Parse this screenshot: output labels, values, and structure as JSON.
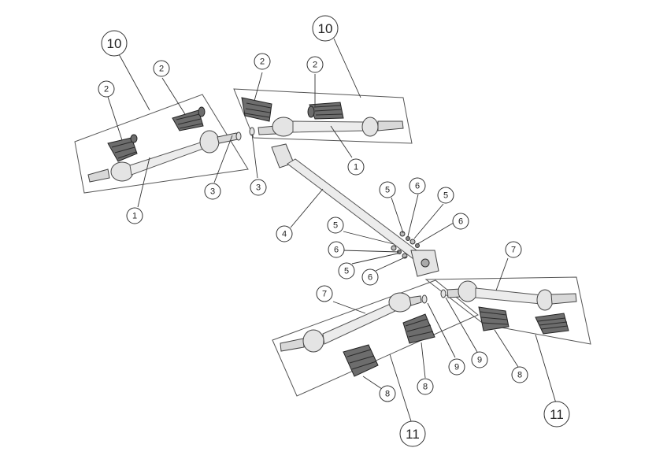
{
  "diagram": {
    "callouts": [
      {
        "id": "c10a",
        "label": "10"
      },
      {
        "id": "c10b",
        "label": "10"
      },
      {
        "id": "c2a",
        "label": "2"
      },
      {
        "id": "c2b",
        "label": "2"
      },
      {
        "id": "c2c",
        "label": "2"
      },
      {
        "id": "c2d",
        "label": "2"
      },
      {
        "id": "c1a",
        "label": "1"
      },
      {
        "id": "c1b",
        "label": "1"
      },
      {
        "id": "c3a",
        "label": "3"
      },
      {
        "id": "c3b",
        "label": "3"
      },
      {
        "id": "c4",
        "label": "4"
      },
      {
        "id": "c5a",
        "label": "5"
      },
      {
        "id": "c5b",
        "label": "5"
      },
      {
        "id": "c5c",
        "label": "5"
      },
      {
        "id": "c5d",
        "label": "5"
      },
      {
        "id": "c6a",
        "label": "6"
      },
      {
        "id": "c6b",
        "label": "6"
      },
      {
        "id": "c6c",
        "label": "6"
      },
      {
        "id": "c6d",
        "label": "6"
      },
      {
        "id": "c7a",
        "label": "7"
      },
      {
        "id": "c7b",
        "label": "7"
      },
      {
        "id": "c8a",
        "label": "8"
      },
      {
        "id": "c8b",
        "label": "8"
      },
      {
        "id": "c8c",
        "label": "8"
      },
      {
        "id": "c9a",
        "label": "9"
      },
      {
        "id": "c9b",
        "label": "9"
      },
      {
        "id": "c11a",
        "label": "11"
      },
      {
        "id": "c11b",
        "label": "11"
      }
    ]
  }
}
